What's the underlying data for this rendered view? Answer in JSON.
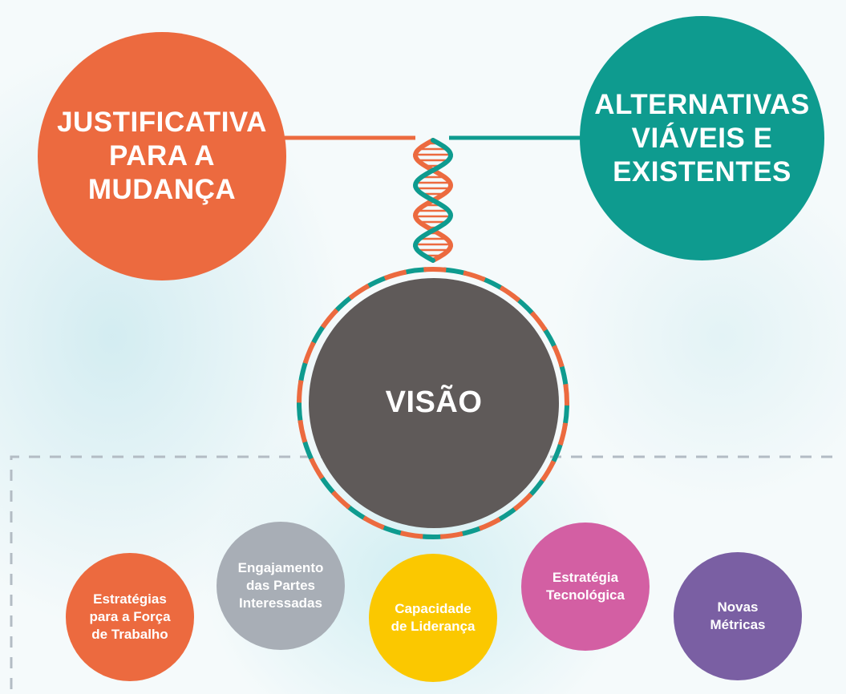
{
  "colors": {
    "orange": "#ec6a3f",
    "teal": "#0e9b8f",
    "dark_gray": "#5f5a59",
    "light_gray": "#a8aeb6",
    "yellow": "#fbc800",
    "pink": "#d35fa3",
    "purple": "#7a5fa3",
    "dash_gray": "#b3bcc4"
  },
  "nodes": {
    "justificativa": {
      "label": "JUSTIFICATIVA\nPARA A\nMUDANÇA",
      "color": "#ec6a3f"
    },
    "alternativas": {
      "label": "ALTERNATIVAS\nVIÁVEIS E\nEXISTENTES",
      "color": "#0e9b8f"
    },
    "visao": {
      "label": "VISÃO",
      "color": "#5f5a59"
    }
  },
  "bottom_nodes": [
    {
      "label": "Estratégias\npara a Força\nde Trabalho",
      "color": "#ec6a3f"
    },
    {
      "label": "Engajamento\ndas Partes\nInteressadas",
      "color": "#a8aeb6"
    },
    {
      "label": "Capacidade\nde Liderança",
      "color": "#fbc800"
    },
    {
      "label": "Estratégia\nTecnológica",
      "color": "#d35fa3"
    },
    {
      "label": "Novas\nMétricas",
      "color": "#7a5fa3"
    }
  ]
}
